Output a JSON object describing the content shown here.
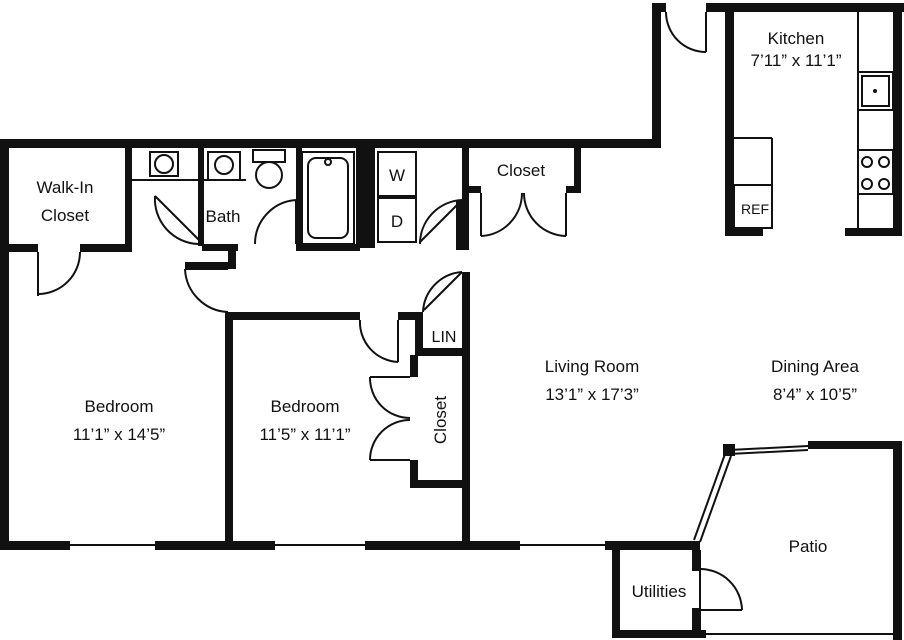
{
  "rooms": {
    "kitchen": {
      "name": "Kitchen",
      "size": "7’11” x 11’1”"
    },
    "walk_in_closet": {
      "name_line1": "Walk-In",
      "name_line2": "Closet"
    },
    "bath": {
      "name": "Bath"
    },
    "washer": {
      "name": "W"
    },
    "dryer": {
      "name": "D"
    },
    "closet_hall": {
      "name": "Closet"
    },
    "refrigerator": {
      "name": "REF"
    },
    "linen": {
      "name": "LIN"
    },
    "bedroom_1": {
      "name": "Bedroom",
      "size": "11’1” x 14’5”"
    },
    "bedroom_2": {
      "name": "Bedroom",
      "size": "11’5” x 11’1”"
    },
    "closet_bedroom": {
      "name": "Closet"
    },
    "living_room": {
      "name": "Living Room",
      "size": "13’1” x 17’3”"
    },
    "dining_area": {
      "name": "Dining Area",
      "size": "8’4” x 10’5”"
    },
    "patio": {
      "name": "Patio"
    },
    "utilities": {
      "name": "Utilities"
    }
  },
  "colors": {
    "wall": "#111111",
    "background": "#ffffff"
  }
}
